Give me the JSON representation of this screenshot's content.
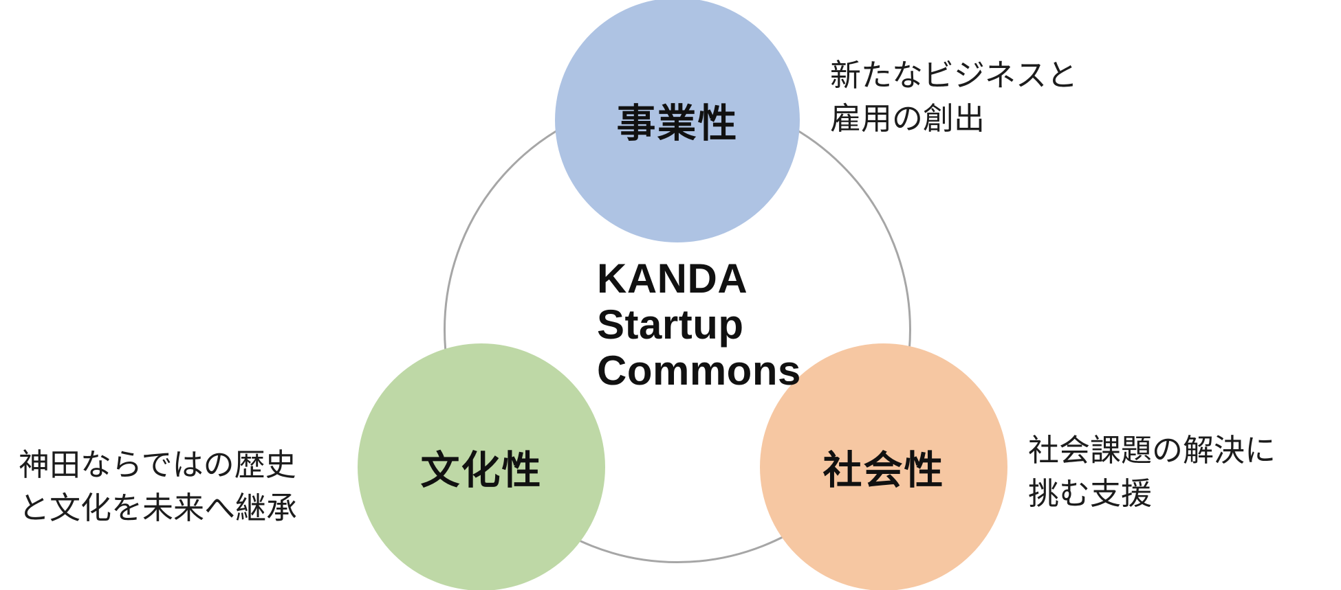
{
  "diagram": {
    "colors": {
      "ring": "#a6a6a6",
      "business_circle": "#aec3e3",
      "culture_circle": "#bed8a6",
      "social_circle": "#f6c7a2",
      "text": "#111111"
    },
    "title": {
      "lines": [
        "KANDA",
        "Startup",
        "Commons"
      ]
    },
    "circles": [
      {
        "id": "business",
        "label": "事業性"
      },
      {
        "id": "culture",
        "label": "文化性"
      },
      {
        "id": "social",
        "label": "社会性"
      }
    ],
    "annotations": [
      {
        "id": "business-note",
        "lines": [
          "新たなビジネスと",
          "雇用の創出"
        ]
      },
      {
        "id": "culture-note",
        "lines": [
          "神田ならではの歴史",
          "と文化を未来へ継承"
        ]
      },
      {
        "id": "social-note",
        "lines": [
          "社会課題の解決に",
          "挑む支援"
        ]
      }
    ]
  }
}
